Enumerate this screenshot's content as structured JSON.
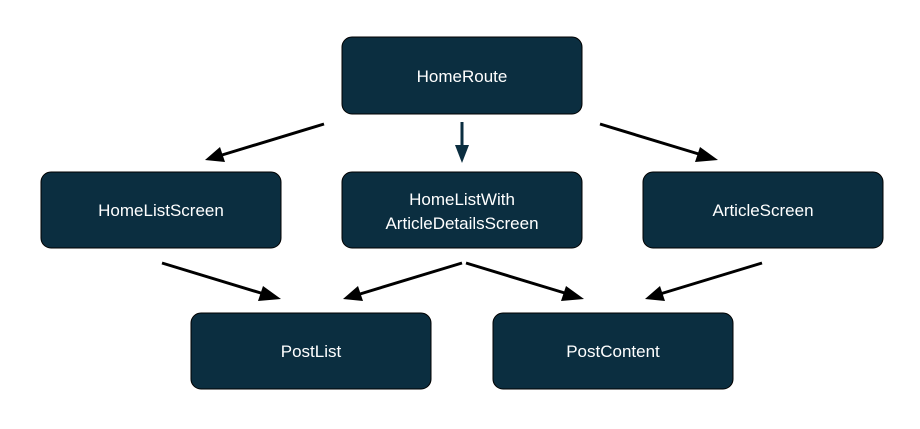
{
  "colors": {
    "node_fill": "#0b2e40",
    "node_text": "#ffffff",
    "edge": "#000000",
    "edge_accent": "#0b2e40"
  },
  "nodes": {
    "home_route": {
      "label": "HomeRoute"
    },
    "home_list_screen": {
      "label": "HomeListScreen"
    },
    "home_list_with_details": {
      "label_line1": "HomeListWith",
      "label_line2": "ArticleDetailsScreen"
    },
    "article_screen": {
      "label": "ArticleScreen"
    },
    "post_list": {
      "label": "PostList"
    },
    "post_content": {
      "label": "PostContent"
    }
  },
  "edges": [
    {
      "from": "home_route",
      "to": "home_list_screen"
    },
    {
      "from": "home_route",
      "to": "home_list_with_details"
    },
    {
      "from": "home_route",
      "to": "article_screen"
    },
    {
      "from": "home_list_screen",
      "to": "post_list"
    },
    {
      "from": "home_list_with_details",
      "to": "post_list"
    },
    {
      "from": "home_list_with_details",
      "to": "post_content"
    },
    {
      "from": "article_screen",
      "to": "post_content"
    }
  ]
}
